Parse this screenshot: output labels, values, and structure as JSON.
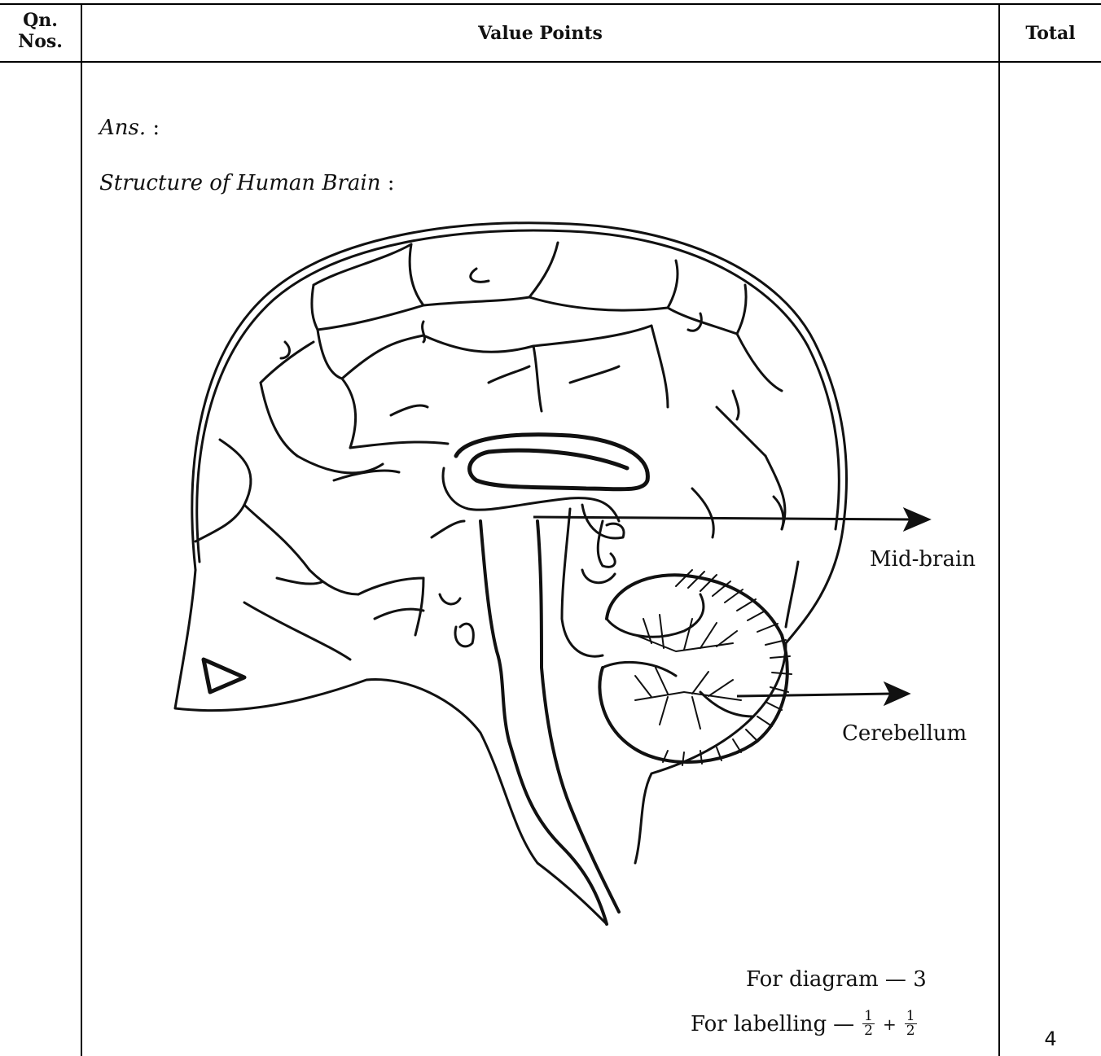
{
  "table": {
    "col1_header": "Qn.\nNos.",
    "col2_header": "Value Points",
    "col3_header": "Total",
    "total_value": "4"
  },
  "answer": {
    "ans_label": "Ans.",
    "ans_suffix": ":",
    "heading": "Structure of Human Brain",
    "heading_suffix": ":"
  },
  "diagram": {
    "labels": {
      "midbrain": "Mid-brain",
      "cerebellum": "Cerebellum"
    }
  },
  "marks": {
    "diagram_text": "For diagram",
    "dash": "—",
    "diagram_value": "3",
    "labelling_text": "For labelling",
    "labelling_frac1_num": "1",
    "labelling_frac1_den": "2",
    "plus": "+",
    "labelling_frac2_num": "1",
    "labelling_frac2_den": "2"
  }
}
